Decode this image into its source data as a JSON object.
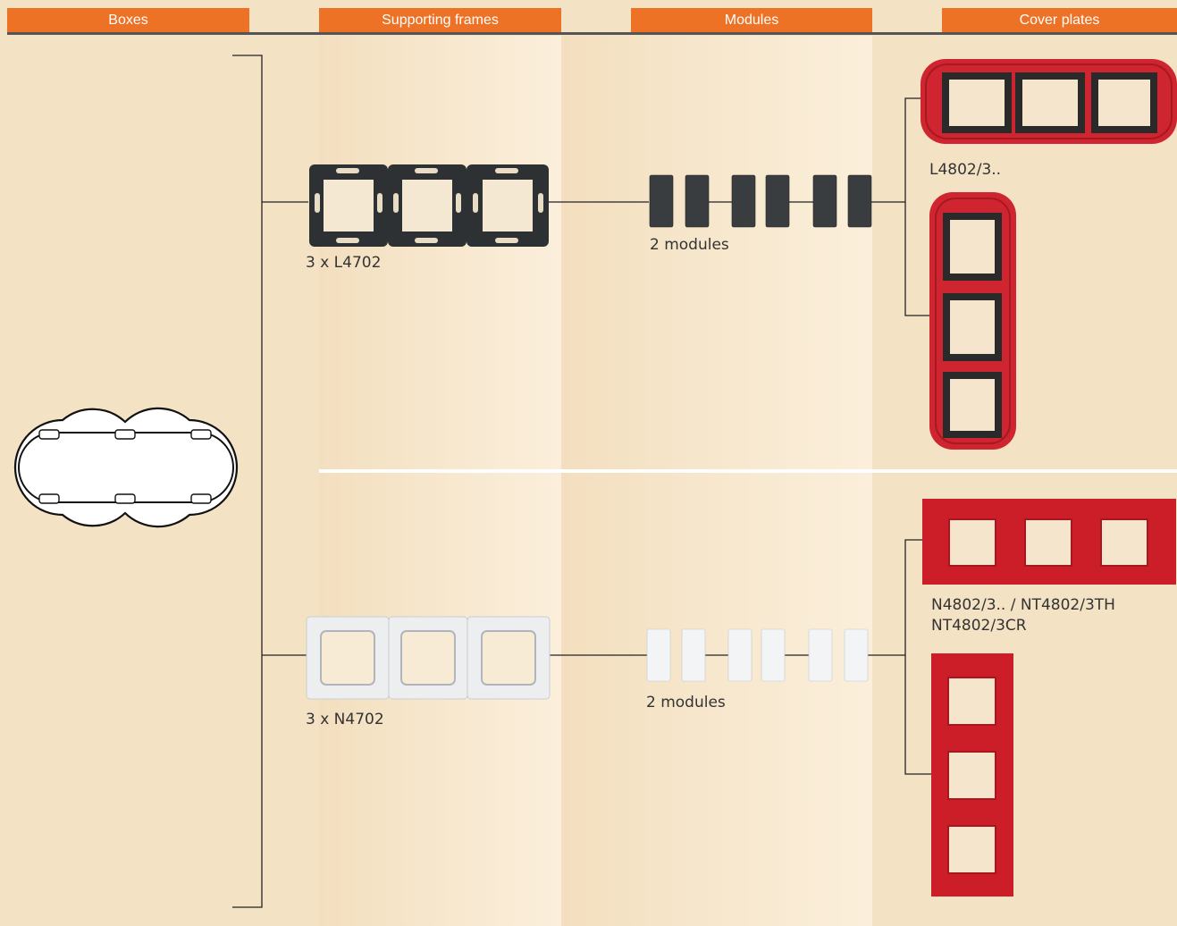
{
  "headers": {
    "boxes": "Boxes",
    "supporting_frames": "Supporting frames",
    "modules": "Modules",
    "cover_plates": "Cover plates"
  },
  "rows": [
    {
      "frame_label": "3 x L4702",
      "module_label": "2 modules",
      "plate_label_1": "L4802/3..",
      "frame_color": "dark",
      "plate_style": "rounded"
    },
    {
      "frame_label": "3 x N4702",
      "module_label": "2 modules",
      "plate_label_1": "N4802/3.. / NT4802/3TH",
      "plate_label_2": "NT4802/3CR",
      "frame_color": "light",
      "plate_style": "square"
    }
  ],
  "colors": {
    "header_orange": "#ee7226",
    "background": "#f4e2c4",
    "plate_red": "#cc1e28",
    "module_dark": "#3a3d3f",
    "module_light": "#f2f4f6"
  }
}
